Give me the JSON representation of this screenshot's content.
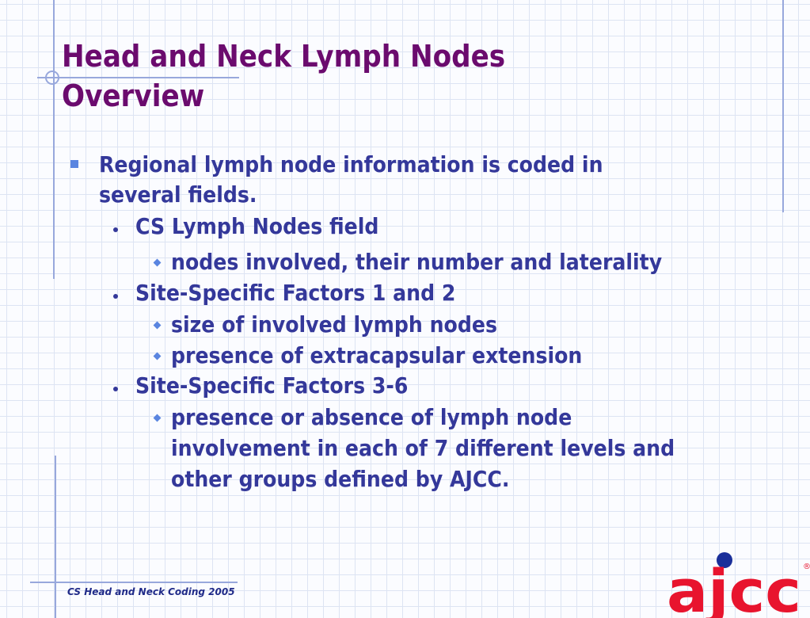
{
  "slide": {
    "title_line1": "Head and Neck Lymph Nodes",
    "title_line2": "Overview",
    "main_bullet_line1": "Regional lymph node information is coded in",
    "main_bullet_line2": "several fields.",
    "sub_items": [
      {
        "label": "CS Lymph Nodes field",
        "details": [
          "nodes involved, their number and laterality"
        ]
      },
      {
        "label": "Site-Specific Factors 1 and 2",
        "details": [
          "size of involved lymph nodes",
          "presence of extracapsular extension"
        ]
      },
      {
        "label": "Site-Specific Factors 3-6",
        "details": [
          "presence or absence of lymph node",
          "involvement in each of 7 different levels and",
          "other groups defined by AJCC."
        ]
      }
    ],
    "footer": "CS Head and Neck Coding 2005"
  },
  "logo": {
    "text": "ajcc",
    "registered_mark": "®",
    "color": "#e8142e",
    "dot_color": "#1a2f9a"
  },
  "colors": {
    "title": "#6b0b6e",
    "body_text": "#34389a",
    "bullet_accent": "#5a85e0",
    "decoration_lines": "#98a8dc"
  }
}
